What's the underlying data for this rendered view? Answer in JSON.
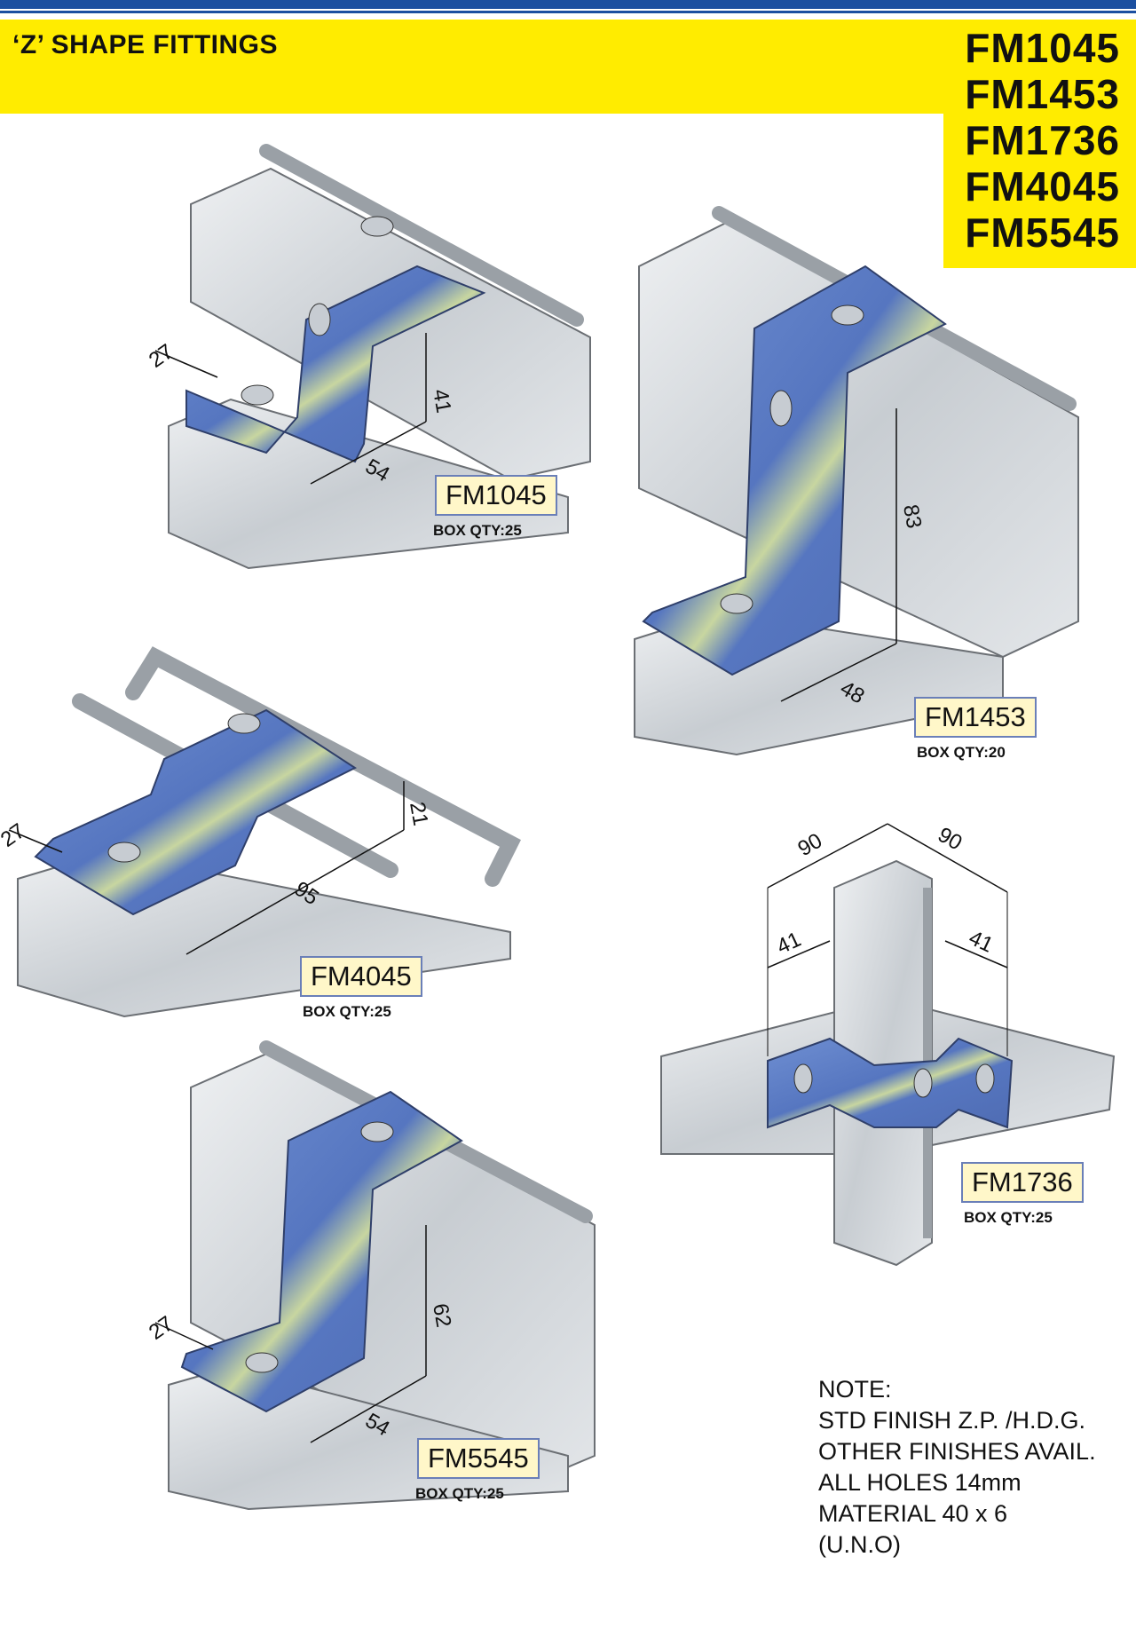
{
  "header": {
    "title": "‘Z’ SHAPE FITTINGS",
    "codes": [
      "FM1045",
      "FM1453",
      "FM1736",
      "FM4045",
      "FM5545"
    ]
  },
  "products": [
    {
      "code": "FM1045",
      "box_qty": "BOX QTY:25",
      "dimensions": [
        "27",
        "41",
        "54"
      ]
    },
    {
      "code": "FM1453",
      "box_qty": "BOX QTY:20",
      "dimensions": [
        "83",
        "48"
      ]
    },
    {
      "code": "FM4045",
      "box_qty": "BOX QTY:25",
      "dimensions": [
        "27",
        "21",
        "95"
      ]
    },
    {
      "code": "FM1736",
      "box_qty": "BOX QTY:25",
      "dimensions": [
        "90",
        "90",
        "41",
        "41"
      ]
    },
    {
      "code": "FM5545",
      "box_qty": "BOX QTY:25",
      "dimensions": [
        "27",
        "62",
        "54"
      ]
    }
  ],
  "note": {
    "heading": "NOTE:",
    "lines": [
      "STD FINISH Z.P. /H.D.G.",
      "OTHER FINISHES AVAIL.",
      "ALL HOLES 14mm",
      "MATERIAL 40 x 6",
      "(U.N.O)"
    ]
  },
  "colors": {
    "banner": "#ffec00",
    "fitting": "#5b7fc8",
    "channel": "#d0d4d8",
    "rule": "#1b4fa0"
  }
}
